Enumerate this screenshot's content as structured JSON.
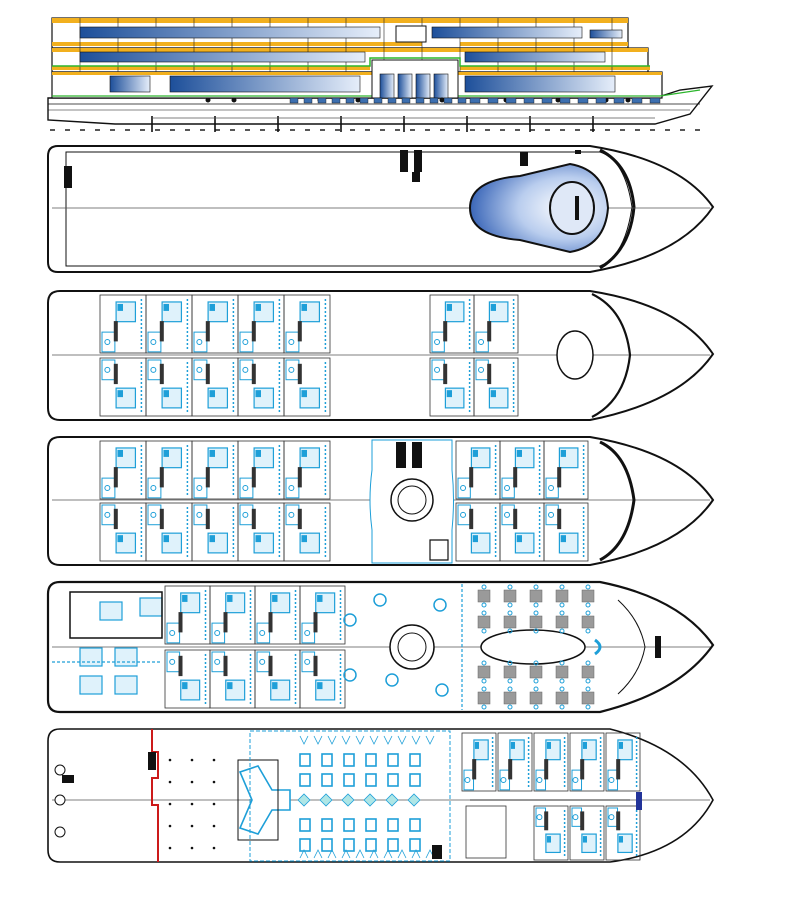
{
  "diagram": {
    "kind": "river cruise ship deck plans",
    "views": [
      {
        "id": "side-elevation"
      },
      {
        "id": "sun-deck"
      },
      {
        "id": "upper-deck"
      },
      {
        "id": "middle-deck"
      },
      {
        "id": "main-deck"
      },
      {
        "id": "lower-deck"
      }
    ],
    "colors": {
      "hull_outline": "#111111",
      "centerline": "#555555",
      "furniture": "#1e9fd8",
      "wall": "#333333",
      "window_band": "#f2b01e",
      "glass": "#3c6fb0",
      "green_deck_line": "#2cb52c",
      "bulkhead_red": "#cc1a1a",
      "table_grey": "#9a9a9a"
    }
  }
}
